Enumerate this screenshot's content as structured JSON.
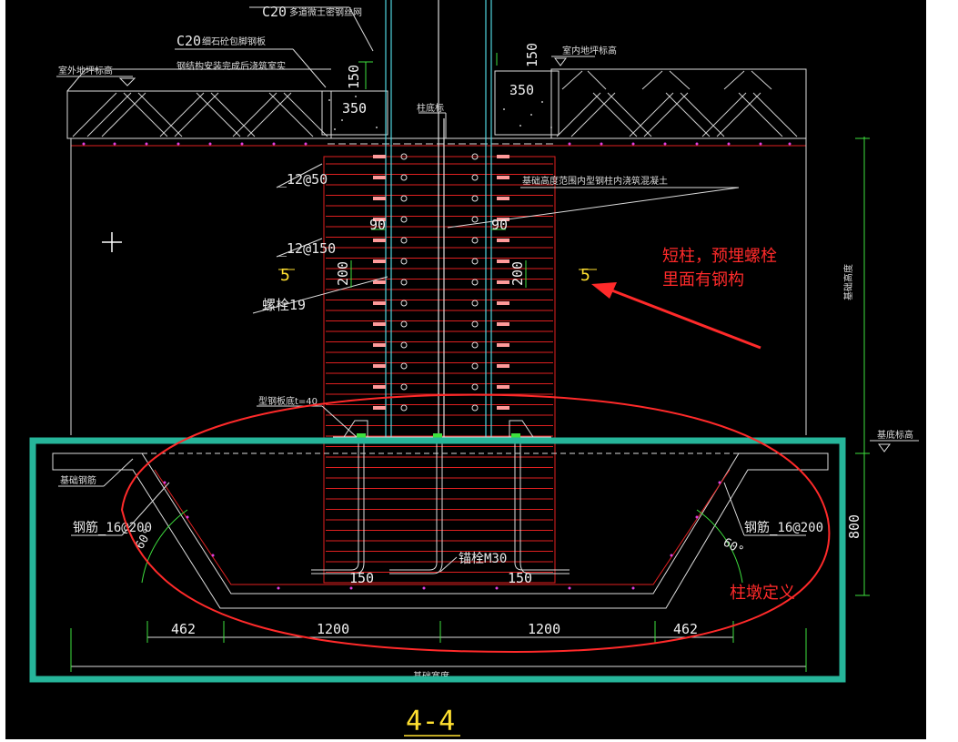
{
  "labels": {
    "c20_top": "C20",
    "c20_top_note": "多道微土密钢丝网",
    "c20_second": "C20",
    "c20_second_note": "细石砼包脚钢板",
    "steel_note": "钢结构安装完成后浇筑室实",
    "outdoor_grade_left": "室外地坪标高",
    "indoor_grade": "室内地坪标高",
    "rebar_12_50": "_12@50",
    "rebar_12_150": "_12@150",
    "bolt_label": "螺栓19",
    "plate_label": "型钢板底t=40",
    "concrete_note": "基础高度范围内型钢柱内浇筑混凝土",
    "col_axis_label": "基础钢筋",
    "rebar_16_left": "钢筋_16@200",
    "rebar_16_right": "钢筋_16@200",
    "anchor_label": "锚栓M30",
    "base_elev": "基底标高",
    "foundation_height": "基础高度",
    "foundation_width": "基础宽度",
    "top_mark": "柱底标",
    "section_mark_left": "5",
    "section_mark_right": "5",
    "angle_left": "60°",
    "angle_right": "60°"
  },
  "dims": {
    "d150_left": "150",
    "d150_right": "150",
    "d350_left": "350",
    "d350_right": "350",
    "d90_left": "90",
    "d90_right": "90",
    "d200_left": "200",
    "d200_right": "200",
    "d150_bottom_left": "150",
    "d150_bottom_right": "150",
    "d800": "800",
    "bottom_462_left": "462",
    "bottom_1200_left": "1200",
    "bottom_1200_right": "1200",
    "bottom_462_right": "462"
  },
  "annotations": {
    "short_column_line1": "短柱，预埋螺栓",
    "short_column_line2": "里面有钢构",
    "pier_definition": "柱墩定义"
  },
  "title": "4-4",
  "colors": {
    "background": "#000000",
    "annotation_red": "#ff2a2a",
    "highlight_teal": "#26b59a",
    "rebar_red": "#e02020",
    "column_cyan": "#4fd6e0",
    "dim_green": "#3ee03e",
    "title_yellow": "#ffe030"
  }
}
